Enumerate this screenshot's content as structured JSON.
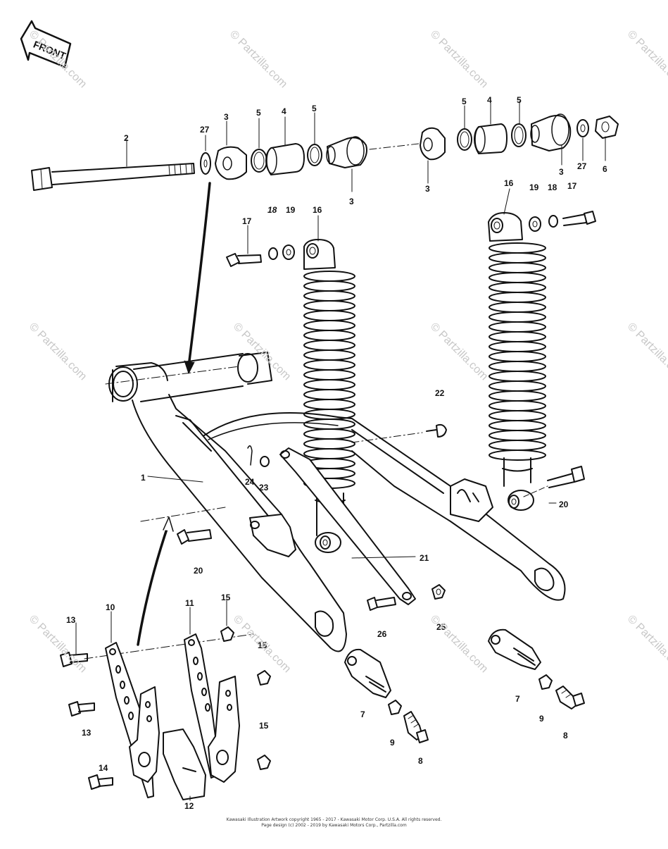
{
  "front_label": "FRONT",
  "watermark": "© Partzilla.com",
  "copyright_lines": [
    "Kawasaki Illustration Artwork copyright 1965 - 2017 - Kawasaki Motor Corp. U.S.A. All rights reserved.",
    "Page design (c) 2002 - 2019 by Kawasaki Motors Corp., Partzilla.com"
  ],
  "callouts": [
    {
      "id": "c-1",
      "text": "1"
    },
    {
      "id": "c-2",
      "text": "2"
    },
    {
      "id": "c-3a",
      "text": "3"
    },
    {
      "id": "c-3b",
      "text": "3"
    },
    {
      "id": "c-3c",
      "text": "3"
    },
    {
      "id": "c-3d",
      "text": "3"
    },
    {
      "id": "c-4a",
      "text": "4"
    },
    {
      "id": "c-4b",
      "text": "4"
    },
    {
      "id": "c-5a",
      "text": "5"
    },
    {
      "id": "c-5b",
      "text": "5"
    },
    {
      "id": "c-5c",
      "text": "5"
    },
    {
      "id": "c-5d",
      "text": "5"
    },
    {
      "id": "c-6",
      "text": "6"
    },
    {
      "id": "c-7a",
      "text": "7"
    },
    {
      "id": "c-7b",
      "text": "7"
    },
    {
      "id": "c-8a",
      "text": "8"
    },
    {
      "id": "c-8b",
      "text": "8"
    },
    {
      "id": "c-9a",
      "text": "9"
    },
    {
      "id": "c-9b",
      "text": "9"
    },
    {
      "id": "c-10",
      "text": "10"
    },
    {
      "id": "c-11",
      "text": "11"
    },
    {
      "id": "c-12",
      "text": "12"
    },
    {
      "id": "c-13a",
      "text": "13"
    },
    {
      "id": "c-13b",
      "text": "13"
    },
    {
      "id": "c-14",
      "text": "14"
    },
    {
      "id": "c-15a",
      "text": "15"
    },
    {
      "id": "c-15b",
      "text": "15"
    },
    {
      "id": "c-15c",
      "text": "15"
    },
    {
      "id": "c-16a",
      "text": "16"
    },
    {
      "id": "c-16b",
      "text": "16"
    },
    {
      "id": "c-17a",
      "text": "17"
    },
    {
      "id": "c-17b",
      "text": "17"
    },
    {
      "id": "c-18a",
      "text": "18"
    },
    {
      "id": "c-18b",
      "text": "18"
    },
    {
      "id": "c-19a",
      "text": "19"
    },
    {
      "id": "c-19b",
      "text": "19"
    },
    {
      "id": "c-20a",
      "text": "20"
    },
    {
      "id": "c-20b",
      "text": "20"
    },
    {
      "id": "c-21",
      "text": "21"
    },
    {
      "id": "c-22",
      "text": "22"
    },
    {
      "id": "c-23",
      "text": "23"
    },
    {
      "id": "c-24",
      "text": "24"
    },
    {
      "id": "c-25",
      "text": "25"
    },
    {
      "id": "c-26",
      "text": "26"
    },
    {
      "id": "c-27a",
      "text": "27"
    },
    {
      "id": "c-27b",
      "text": "27"
    }
  ],
  "colors": {
    "ink": "#111111",
    "paper": "#ffffff",
    "watermark": "#c8c8c8"
  }
}
